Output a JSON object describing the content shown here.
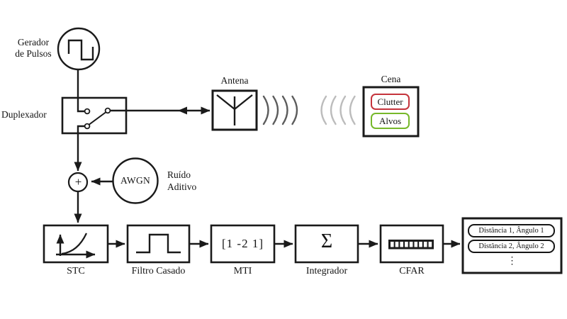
{
  "diagram": {
    "nodes": {
      "generator": {
        "label": "Gerador\nde Pulsos"
      },
      "duplexer": {
        "label": "Duplexador"
      },
      "antenna": {
        "label": "Antena"
      },
      "scene": {
        "label": "Cena",
        "clutter_label": "Clutter",
        "targets_label": "Alvos"
      },
      "adder": {
        "symbol": "+"
      },
      "noise": {
        "label": "AWGN",
        "caption": "Ruído\nAditivo"
      },
      "stc": {
        "label": "STC"
      },
      "matched_filter": {
        "label": "Filtro Casado"
      },
      "mti": {
        "label": "MTI",
        "coefficients": "[1 -2 1]"
      },
      "integrator": {
        "label": "Integrador",
        "symbol": "Σ"
      },
      "cfar": {
        "label": "CFAR"
      },
      "output": {
        "rows": [
          "Distância 1, Ângulo 1",
          "Distância 2, Ângulo 2"
        ],
        "more": "⋮"
      }
    },
    "colors": {
      "line": "#1a1a1a",
      "tx_wave": "#5c5c5c",
      "rx_wave": "#bcbcbc",
      "clutter_border": "#c5343c",
      "targets_border": "#76b82a"
    }
  }
}
